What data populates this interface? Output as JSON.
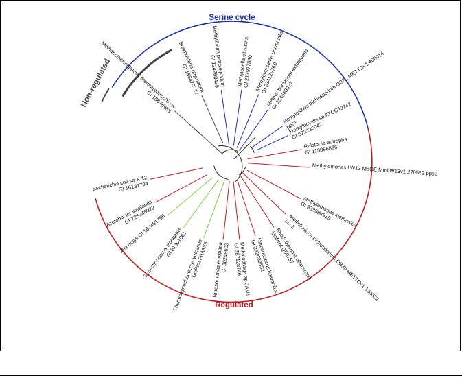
{
  "colors": {
    "serine": "#1a2fb8",
    "regulated": "#c8181c",
    "non_regulated": "#444444",
    "plant_cyano": "#7ccf3a"
  },
  "groups": {
    "serine": "Serine cycle",
    "non_regulated": "Non-regulated",
    "regulated": "Regulated"
  },
  "taxa": [
    {
      "name": "Methylocystis sp ATCC49242",
      "id": "GI 323136042",
      "clade": "serine"
    },
    {
      "name": "Methylosinus trichosporium OB3b METTOv1 400014",
      "id": "ppc1",
      "clade": "serine"
    },
    {
      "name": "Methylobacterium extorquens",
      "id": "GI 254560927",
      "clade": "serine"
    },
    {
      "name": "Methyloversatilis universalis",
      "id": "GI 334129760",
      "clade": "serine"
    },
    {
      "name": "Methylocella silvestris",
      "id": "GI 217977860",
      "clade": "serine"
    },
    {
      "name": "Methylibium petroleiphilum",
      "id": "GI 124268439",
      "clade": "serine"
    },
    {
      "name": "Burkholderia phymatum",
      "id": "GI 186470717",
      "clade": "non_regulated"
    },
    {
      "name": "Methanothermobacter thermautotrophicus",
      "id": "GI 15678963",
      "clade": "non_regulated"
    },
    {
      "name": "Escherichia coli str K 12",
      "id": "GI 16131794",
      "clade": "regulated"
    },
    {
      "name": "Azotobacter vinelandii",
      "id": "GI 226945972",
      "clade": "regulated"
    },
    {
      "name": "Zea mays GI 162461756",
      "id": "",
      "clade": "plant_cyano"
    },
    {
      "name": "Synechococcus elongatus",
      "id": "GI 81301061",
      "clade": "plant_cyano"
    },
    {
      "name": "Thermosynechococcus vulcanus",
      "id": "UniProt P0A3X6",
      "clade": "plant_cyano"
    },
    {
      "name": "Nitrosomonas europaea",
      "id": "GI 30248603",
      "clade": "regulated"
    },
    {
      "name": "Methylophaga sp JAM1",
      "id": "GI 387128746",
      "clade": "regulated"
    },
    {
      "name": "Nitrosococcus halophilus",
      "id": "GI 292492552",
      "clade": "regulated"
    },
    {
      "name": "Rhodothermus obamensis",
      "id": "UniProt Q59757",
      "clade": "regulated"
    },
    {
      "name": "Methylosinus trichosporium OB3b METTOv1 130002",
      "id": "ppc2",
      "clade": "regulated"
    },
    {
      "name": "Methylomonas methanica",
      "id": "GI 333984919",
      "clade": "regulated"
    },
    {
      "name": "Methylomonas LW13 MaGE MmLW13v1 270562 ppc2",
      "id": "",
      "clade": "regulated"
    },
    {
      "name": "Ralstonia eutropha",
      "id": "GI 113866876",
      "clade": "regulated"
    }
  ]
}
